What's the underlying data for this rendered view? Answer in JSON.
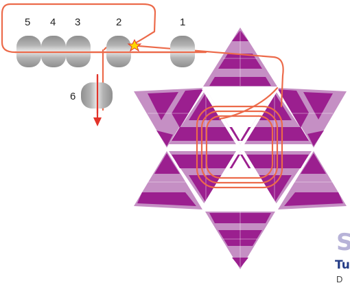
{
  "bead_labels": [
    "5",
    "4",
    "3",
    "2",
    "1",
    "6"
  ],
  "logo": {
    "letter": "S",
    "word": "Tu",
    "tail": "D"
  },
  "colors": {
    "dark_purple": "#9b1f8f",
    "light_purple": "#c58fc4",
    "bead_gray": "#a9a9a9",
    "bead_light": "#e8e8e8",
    "thread": "#ec6a4a",
    "arrow": "#e23329",
    "star": "#ffd800",
    "logo_light": "#b7b3d8",
    "logo_dark": "#233b86"
  }
}
